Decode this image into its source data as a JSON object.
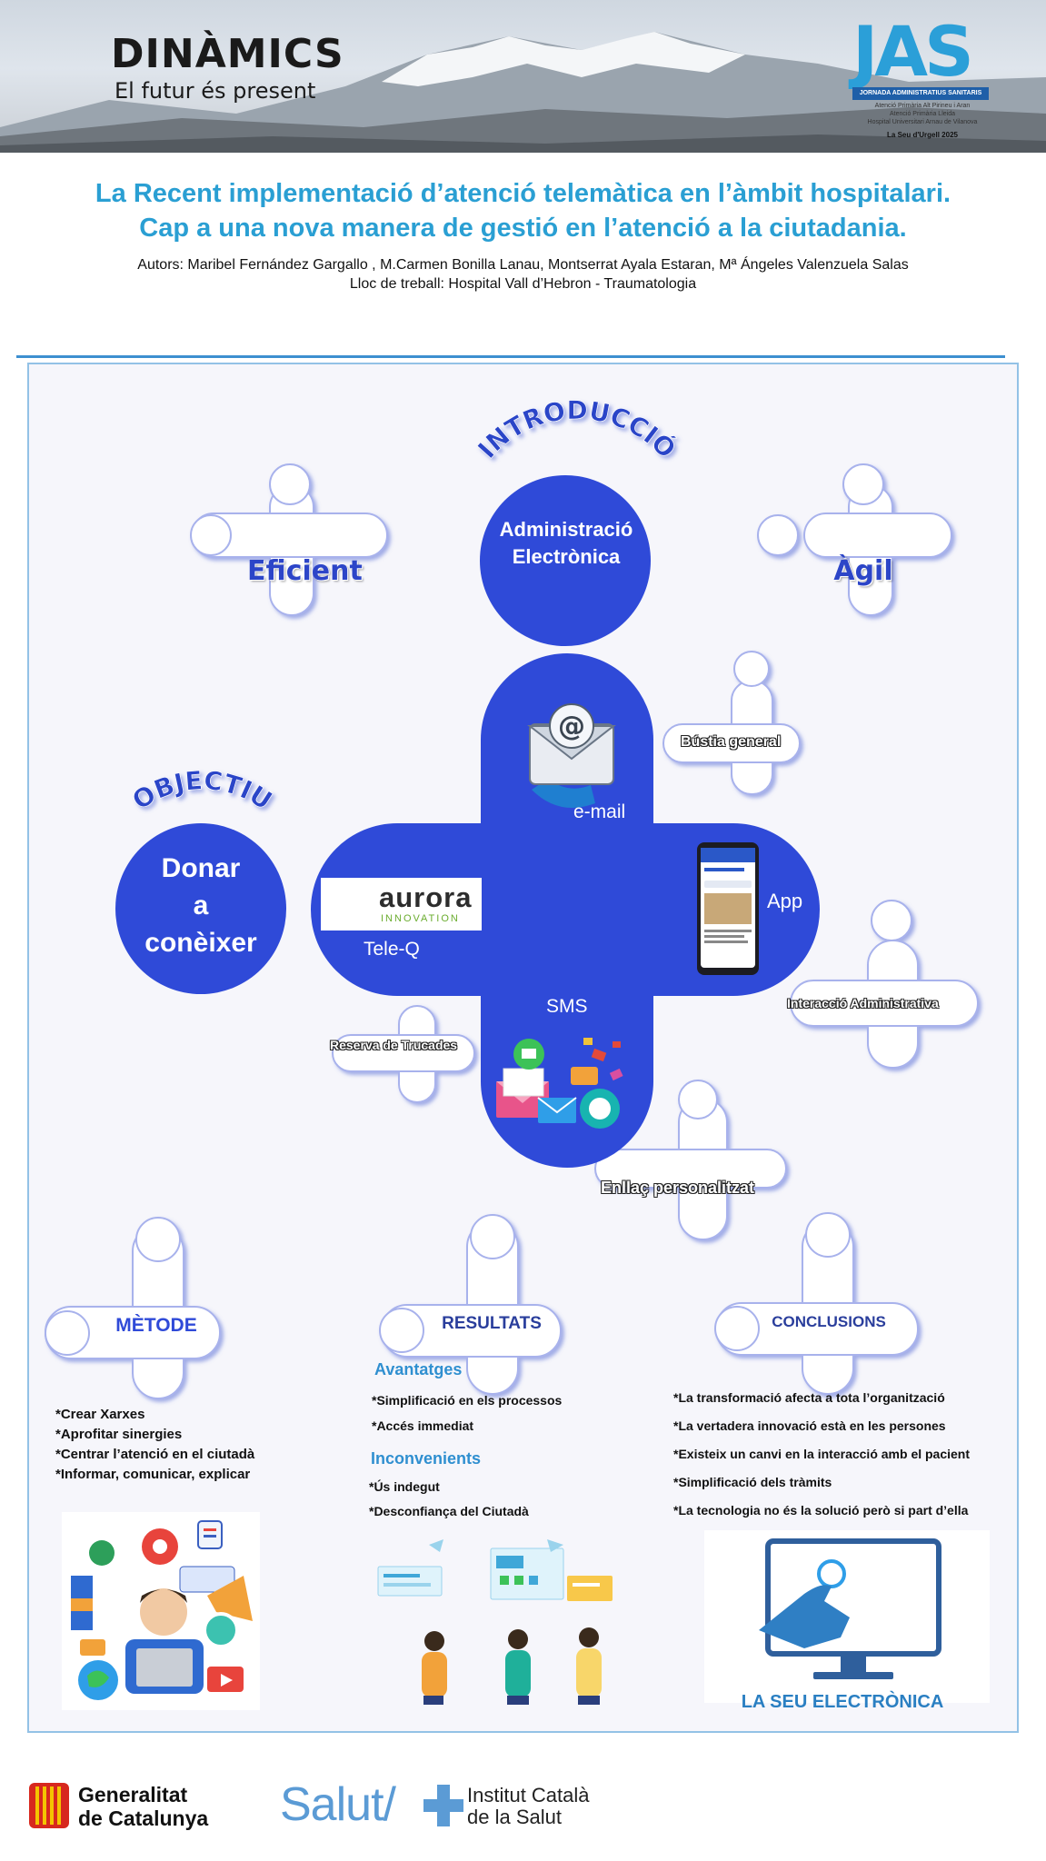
{
  "header": {
    "brand_title": "DINÀMICS",
    "brand_subtitle": "El futur és present",
    "event_logo": {
      "big": "JAS",
      "bar": "JORNADA ADMINISTRATIUS SANITARIS",
      "lines": [
        "Atenció Primària Alt Pirineu i Aran",
        "Atenció Primària Lleida",
        "Hospital Universitari Arnau de Vilanova"
      ],
      "place": "La Seu d'Urgell 2025"
    }
  },
  "title": {
    "line1": "La Recent implementació d’atenció telemàtica en l’àmbit hospitalari.",
    "line2": "Cap a una nova manera de gestió en l’atenció a la ciutadania.",
    "authors": "Autors: Maribel Fernández Gargallo , M.Carmen Bonilla Lanau, Montserrat Ayala Estaran, Mª Ángeles Valenzuela Salas",
    "workplace": "Lloc de treball: Hospital Vall d’Hebron - Traumatologia"
  },
  "intro": {
    "heading": "INTRODUCCIÓ",
    "circle_line1": "Administració",
    "circle_line2": "Electrònica",
    "left_word": "Eficient",
    "right_word": "Àgil"
  },
  "objective": {
    "heading": "OBJECTIU",
    "line1": "Donar",
    "line2": "a",
    "line3": "conèixer"
  },
  "channels": {
    "email": "e-mail",
    "app": "App",
    "teleq": "Tele-Q",
    "sms": "SMS",
    "aurora_name": "aurora",
    "aurora_tag": "INNOVATION"
  },
  "tags": {
    "bustia": "Bústia general",
    "interaccio": "Interacció Administrativa",
    "reserva": "Reserva de Trucades",
    "enllac": "Enllaç personalitzat"
  },
  "metode": {
    "label": "MÈTODE",
    "items": [
      "*Crear Xarxes",
      "*Aprofitar sinergies",
      "*Centrar l’atenció en el ciutadà",
      "*Informar, comunicar, explicar"
    ]
  },
  "resultats": {
    "label": "RESULTATS",
    "adv_heading": "Avantatges",
    "adv_items": [
      "*Simplificació en els processos",
      "*Accés immediat"
    ],
    "inc_heading": "Inconvenients",
    "inc_items": [
      "*Ús indegut",
      "*Desconfiança del Ciutadà"
    ]
  },
  "conclusions": {
    "label": "CONCLUSIONS",
    "items": [
      "*La transformació afecta a tota l’organització",
      "*La vertadera innovació està en les persones",
      "*Existeix un canvi en la interacció amb el pacient",
      "*Simplificació dels tràmits",
      "*La tecnologia no és la solució però si part d’ella"
    ],
    "caption": "LA SEU ELECTRÒNICA"
  },
  "footer": {
    "generalitat_line1": "Generalitat",
    "generalitat_line2": "de Catalunya",
    "salut": "Salut/",
    "ics_line1": "Institut Català",
    "ics_line2": "de la Salut"
  },
  "colors": {
    "primary_blue": "#2f4ad8",
    "title_blue": "#2a9fd3",
    "panel_border": "#93c2e6"
  }
}
